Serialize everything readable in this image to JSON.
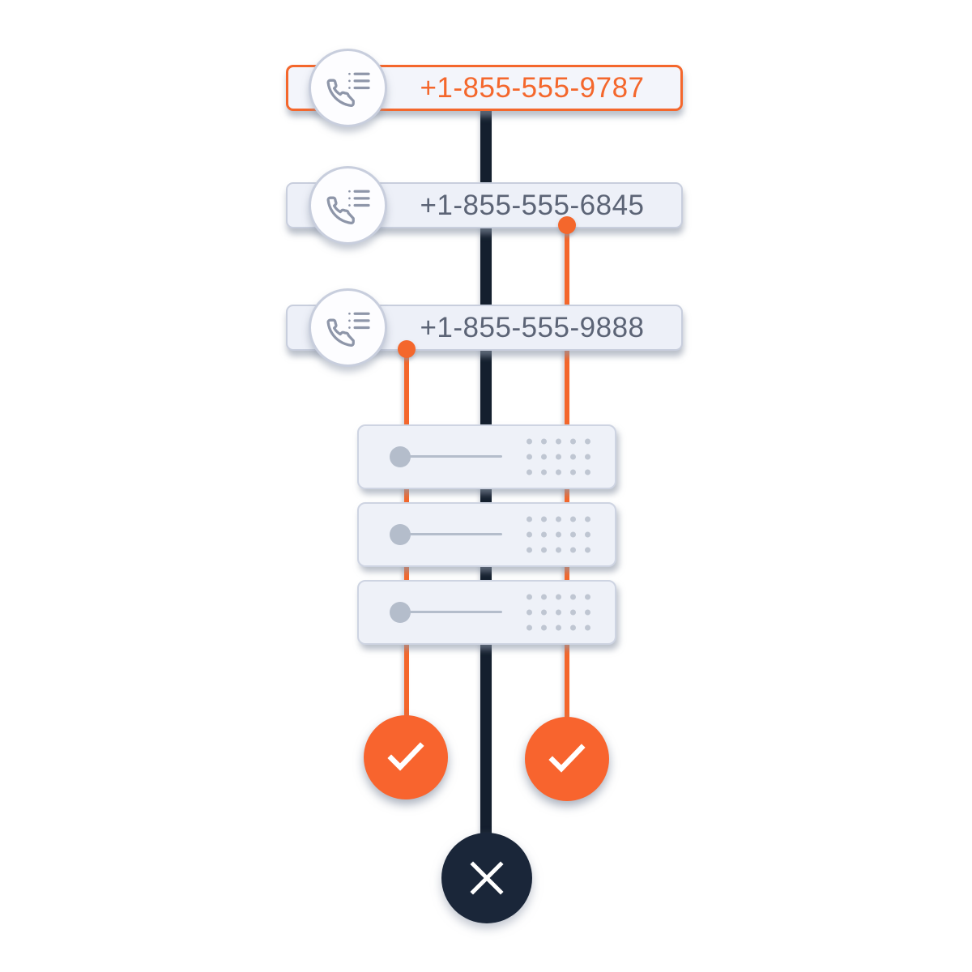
{
  "illustration": {
    "description": "call-screening-flow",
    "colors": {
      "accent_orange": "#f4672c",
      "result_orange": "#f8642e",
      "navy_line": "#141f2e",
      "navy_circle": "#1a2639",
      "pill_background": "#edf0f8",
      "pill_border": "#c8cedd",
      "number_text": "#5c6476",
      "rack_background": "#eef1f8",
      "rack_detail": "#b4bdcb",
      "background": "#ffffff"
    },
    "phone_numbers": [
      {
        "number": "+1-855-555-9787",
        "flagged": true
      },
      {
        "number": "+1-855-555-6845",
        "flagged": false
      },
      {
        "number": "+1-855-555-9888",
        "flagged": false
      }
    ],
    "server_racks": {
      "count": 3,
      "led_grid": "5x3"
    },
    "outcomes": [
      {
        "type": "approved",
        "icon": "check-icon"
      },
      {
        "type": "approved",
        "icon": "check-icon"
      },
      {
        "type": "blocked",
        "icon": "cross-icon"
      }
    ]
  }
}
